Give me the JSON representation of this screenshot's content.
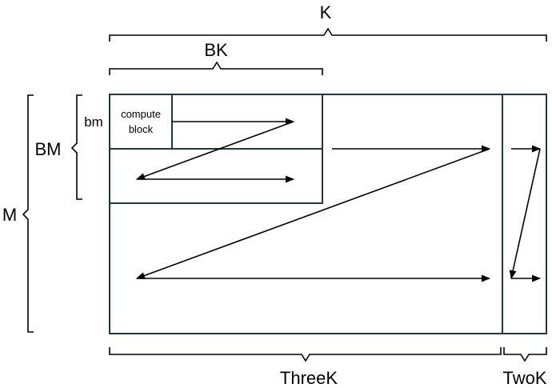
{
  "labels": {
    "k": "K",
    "bk": "BK",
    "bm_upper": "BM",
    "bm_lower": "bm",
    "m": "M",
    "compute_line1": "compute",
    "compute_line2": "block",
    "three_k": "ThreeK",
    "two_k": "TwoK"
  },
  "colors": {
    "box_stroke": "#1c3a4a",
    "ink": "#000000"
  }
}
